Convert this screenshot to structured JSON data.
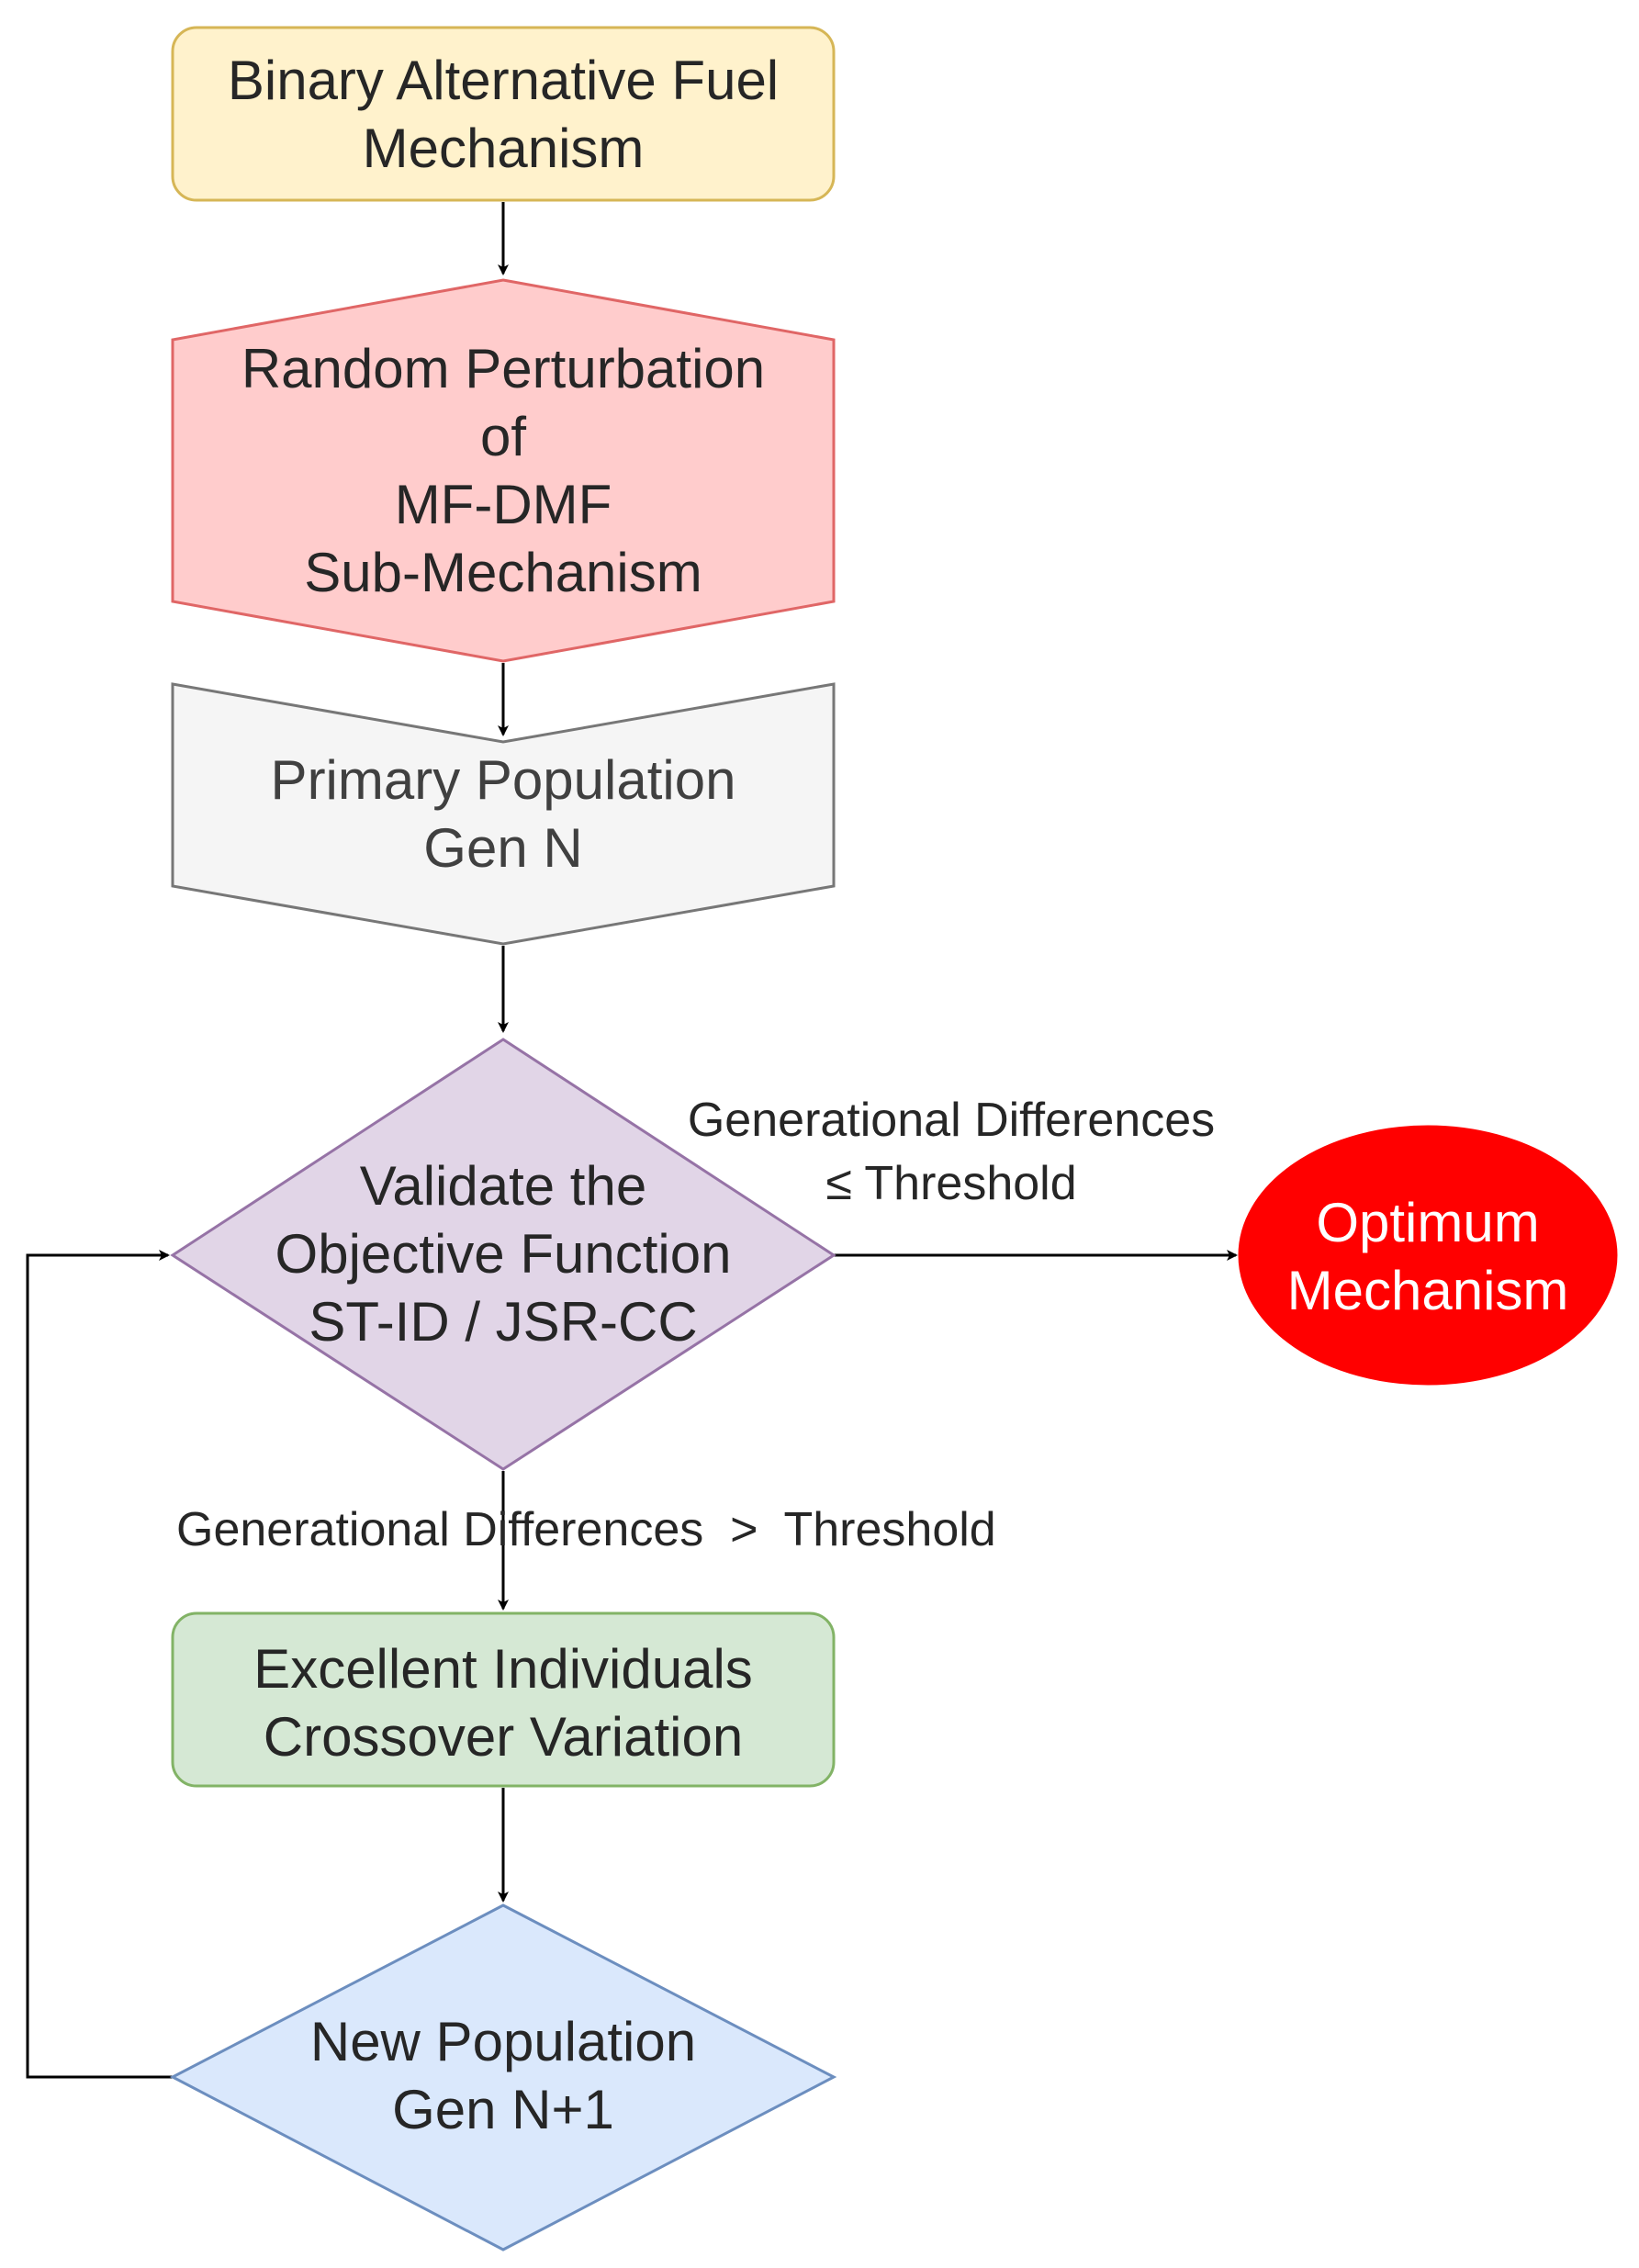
{
  "nodes": {
    "binary_fuel": {
      "lines": [
        "Binary Alternative Fuel",
        "Mechanism"
      ],
      "fill": "#fff2cc",
      "stroke": "#d6b656"
    },
    "random_perturbation": {
      "lines": [
        "Random Perturbation",
        "of",
        "MF-DMF",
        "Sub-Mechanism"
      ],
      "fill": "#ffcccc",
      "stroke": "#e06666"
    },
    "primary_population": {
      "lines": [
        "Primary Population",
        "Gen N"
      ],
      "fill": "#f5f5f5",
      "stroke": "#777777"
    },
    "validate": {
      "lines": [
        "Validate the",
        "Objective Function",
        "ST-ID / JSR-CC"
      ],
      "fill": "#e1d5e7",
      "stroke": "#9673a6"
    },
    "optimum": {
      "lines": [
        "Optimum",
        "Mechanism"
      ],
      "fill": "#ff0000",
      "stroke": "#ff0000"
    },
    "excellent": {
      "lines": [
        "Excellent Individuals",
        "Crossover Variation"
      ],
      "fill": "#d5e8d4",
      "stroke": "#82b366"
    },
    "new_population": {
      "lines": [
        "New Population",
        "Gen N+1"
      ],
      "fill": "#dae8fc",
      "stroke": "#6c8ebf"
    }
  },
  "edge_labels": {
    "to_optimum": [
      "Generational Differences",
      "≤ Threshold"
    ],
    "to_excellent": "Generational Differences  >  Threshold"
  }
}
